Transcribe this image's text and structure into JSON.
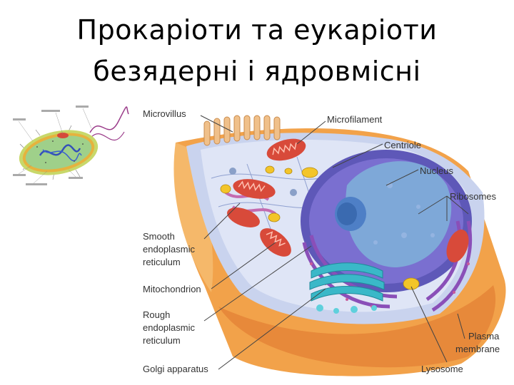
{
  "title": {
    "line1": "Прокаріоти та еукаріоти",
    "line2": "безядерні і ядровмісні"
  },
  "labels": {
    "microvillus": "Microvillus",
    "microfilament": "Microfilament",
    "centriole": "Centriole",
    "nucleus": "Nucleus",
    "ribosomes": "Ribosomes",
    "smooth_er": [
      "Smooth",
      "endoplasmic",
      "reticulum"
    ],
    "mitochondrion": "Mitochondrion",
    "rough_er": [
      "Rough",
      "endoplasmic",
      "reticulum"
    ],
    "golgi": "Golgi apparatus",
    "plasma_membrane": [
      "Plasma",
      "membrane"
    ],
    "lysosome": "Lysosome"
  },
  "colors": {
    "cytoplasm_orange": "#f2a24a",
    "membrane_blue": "#b9c6e6",
    "nucleus_purple": "#6b66c4",
    "nucleus_core": "#7ea8d8",
    "mitochondria_red": "#d84a3a",
    "golgi_teal": "#3ab8c8",
    "ribosome_yellow": "#f3c52a"
  }
}
